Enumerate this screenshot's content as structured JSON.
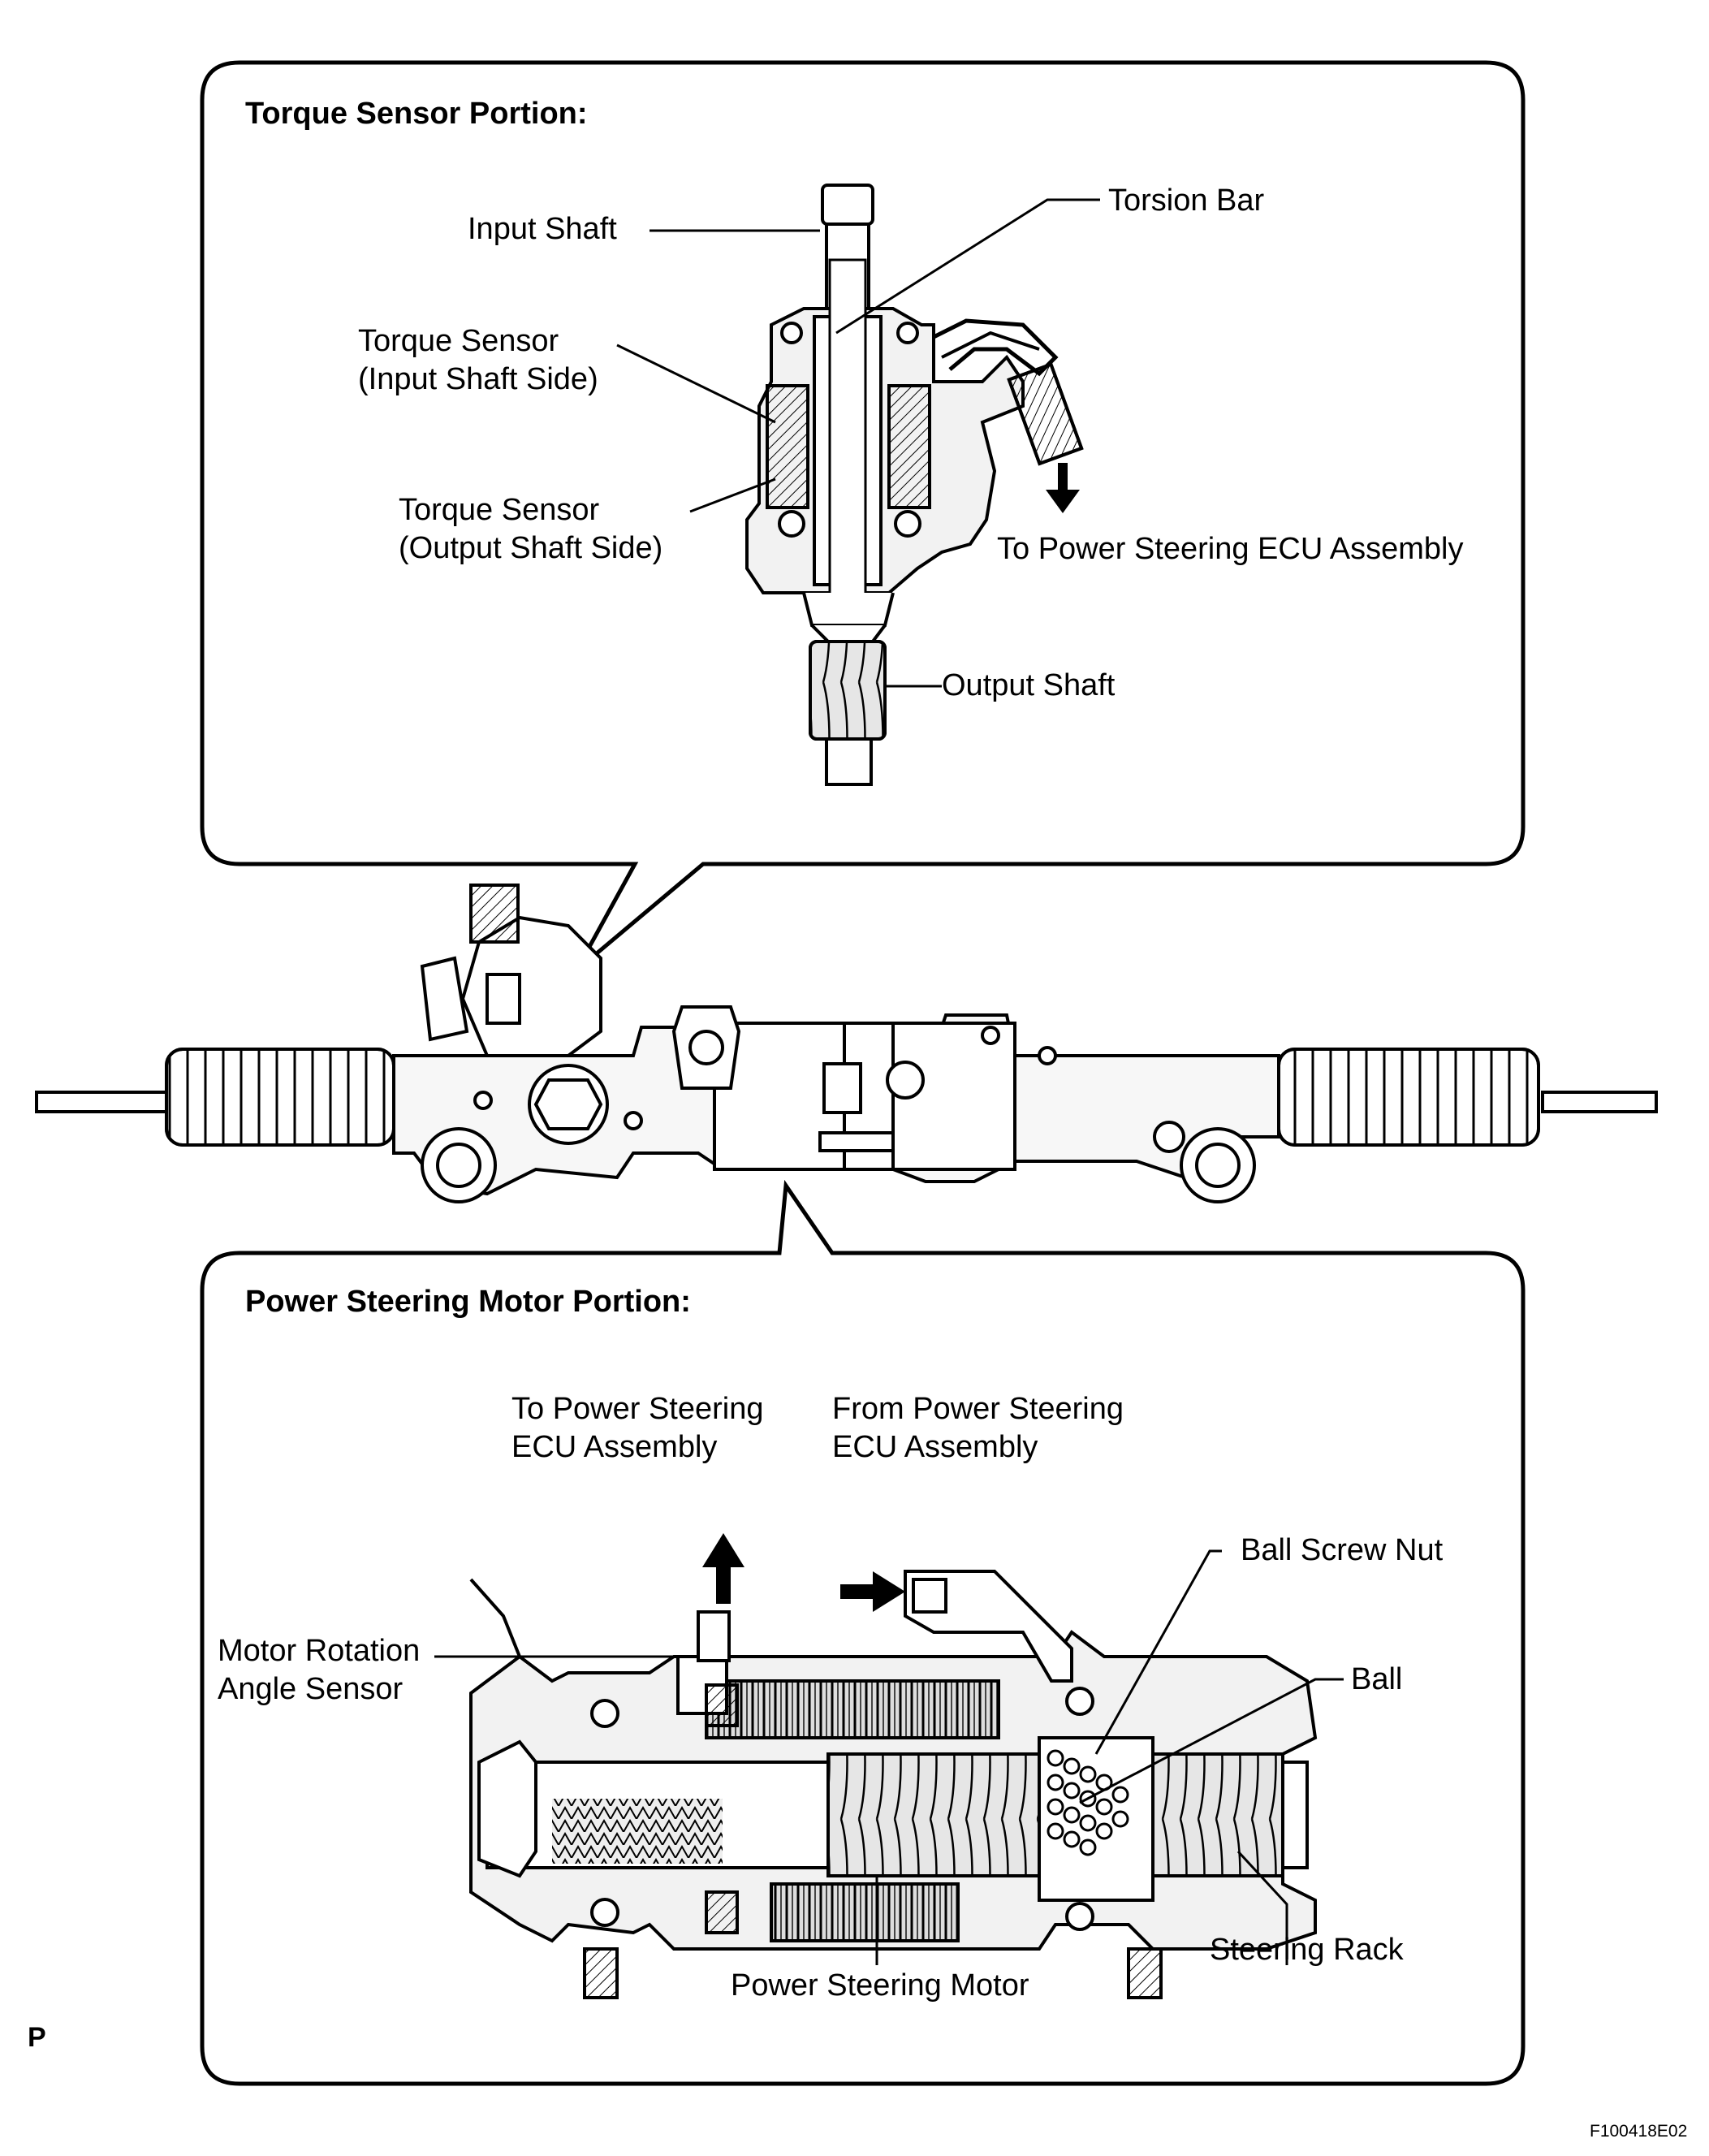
{
  "top_panel": {
    "heading": "Torque Sensor Portion:",
    "labels": {
      "input_shaft": "Input Shaft",
      "torsion_bar": "Torsion Bar",
      "torque_sensor_input": "Torque Sensor\n(Input Shaft Side)",
      "torque_sensor_output": "Torque Sensor\n(Output Shaft Side)",
      "to_ecu": "To Power Steering ECU Assembly",
      "output_shaft": "Output Shaft"
    }
  },
  "bottom_panel": {
    "heading": "Power Steering Motor Portion:",
    "labels": {
      "to_ecu": "To Power Steering\nECU Assembly",
      "from_ecu": "From Power Steering\nECU Assembly",
      "ball_screw_nut": "Ball Screw Nut",
      "ball": "Ball",
      "motor_rotation_angle_sensor": "Motor Rotation\nAngle Sensor",
      "power_steering_motor": "Power Steering Motor",
      "steering_rack": "Steering Rack"
    }
  },
  "footer": {
    "corner_mark": "P",
    "figure_id": "F100418E02"
  }
}
